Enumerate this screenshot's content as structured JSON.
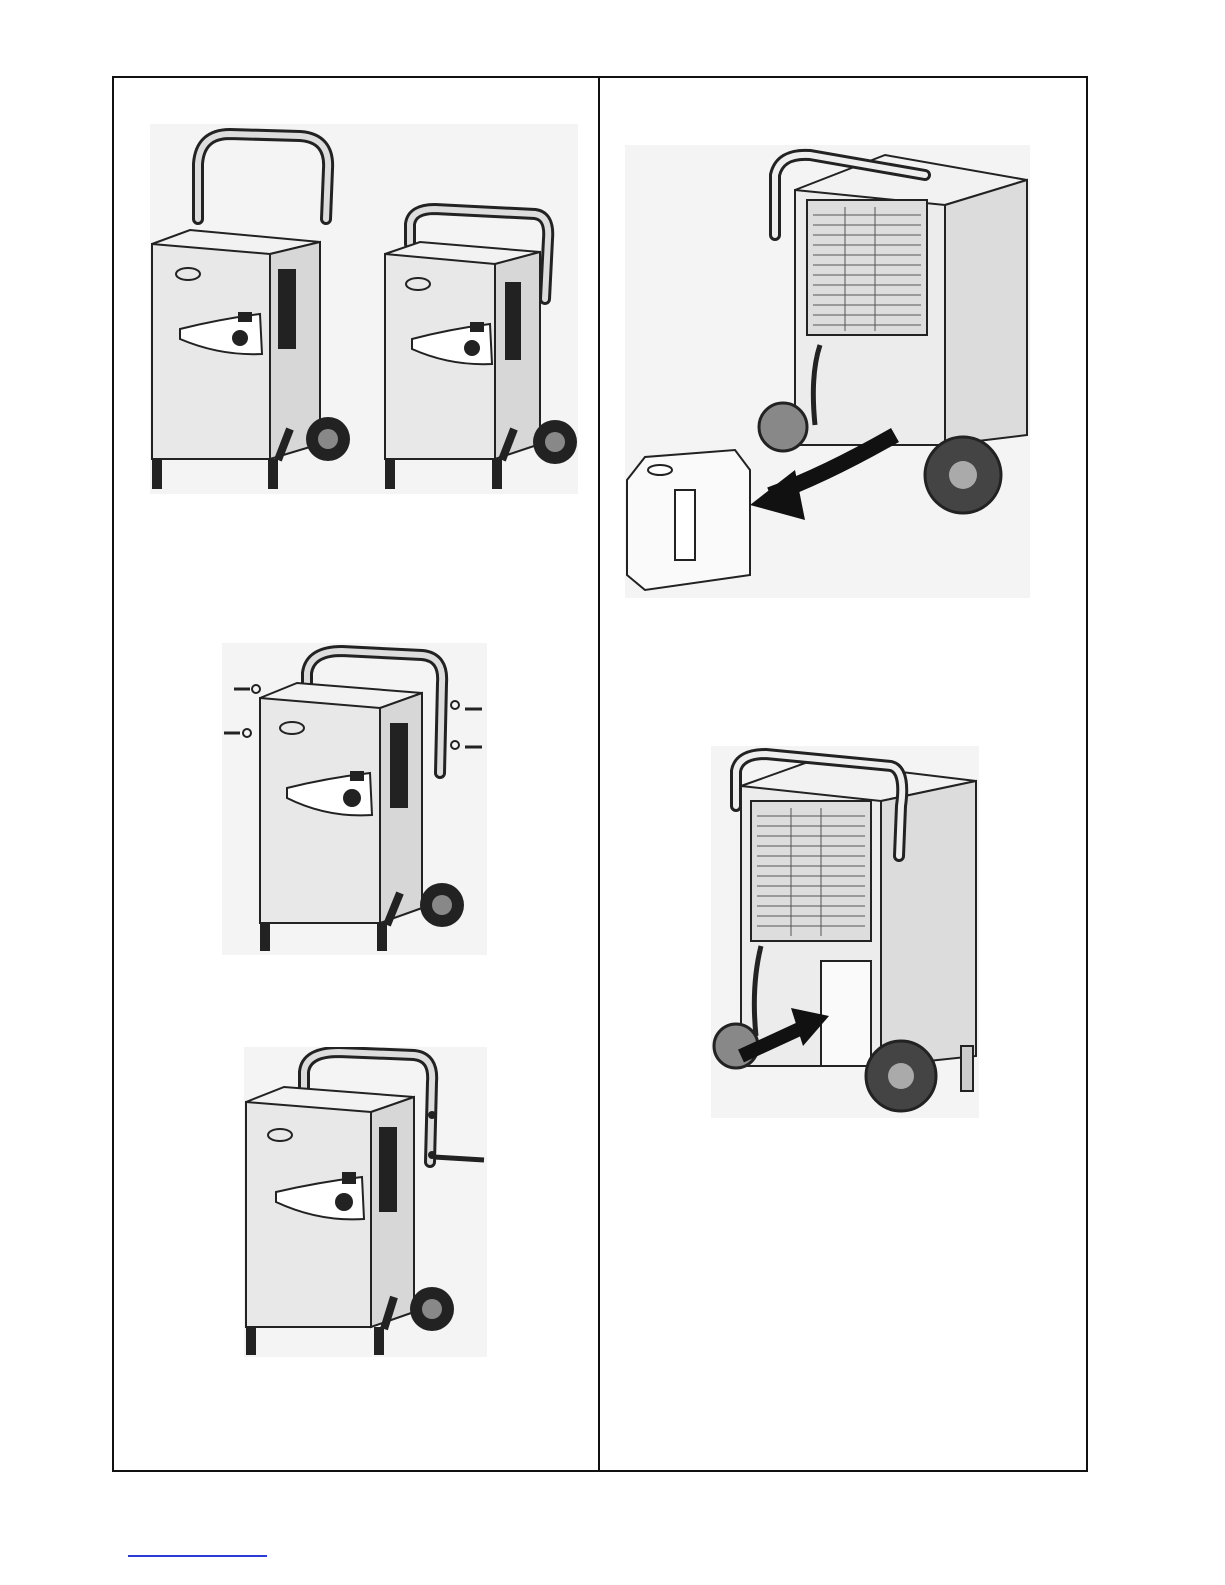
{
  "page": {
    "title": "",
    "figures": [
      {
        "id": "fig-handle-attach",
        "description": ""
      },
      {
        "id": "fig-handle-screws",
        "description": ""
      },
      {
        "id": "fig-handle-pin",
        "description": ""
      },
      {
        "id": "fig-tank-remove",
        "description": ""
      },
      {
        "id": "fig-tank-insert",
        "description": ""
      }
    ]
  },
  "colors": {
    "border": "#111111",
    "figure_bg": "#f4f4f4",
    "footer_link": "#2a3bd6"
  }
}
